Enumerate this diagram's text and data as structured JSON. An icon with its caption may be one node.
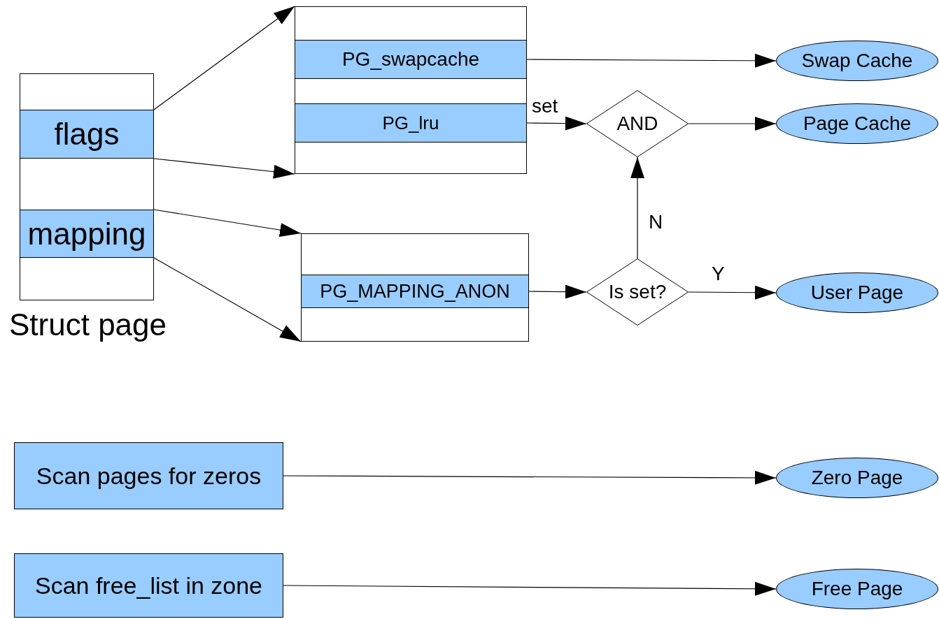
{
  "diagram": {
    "nodes": [
      {
        "text": [
          "Struct page"
        ]
      },
      {
        "text": [
          "flags"
        ],
        "in": 0
      },
      {
        "text": [
          "mapping"
        ],
        "in": 0
      },
      {
        "text": [],
        "shape": "box"
      },
      {
        "text": [
          "PG_swapcache"
        ],
        "in": 3
      },
      {
        "text": [
          "PG_lru"
        ],
        "in": 3
      },
      {
        "text": [],
        "shape": "box"
      },
      {
        "text": [
          "PG_MAPPING_ANON"
        ],
        "in": 6
      },
      {
        "text": [
          "AND"
        ]
      },
      {
        "text": [
          "Is set?"
        ]
      },
      {
        "text": [
          "Swap Cache"
        ]
      },
      {
        "text": [
          "Page Cache"
        ]
      },
      {
        "text": [
          "User Page"
        ]
      },
      {
        "text": [
          "Scan pages for zeros"
        ]
      },
      {
        "text": [
          "Zero Page"
        ]
      },
      {
        "text": [
          "Scan free_list in zone"
        ]
      },
      {
        "text": [
          "Free Page"
        ]
      }
    ],
    "edges": [
      {
        "from": 1,
        "to": 3,
        "arrow": "to"
      },
      {
        "from": 1,
        "to": 3,
        "arrow": "to"
      },
      {
        "from": 2,
        "to": 6,
        "arrow": "to"
      },
      {
        "from": 2,
        "to": 6,
        "arrow": "to"
      },
      {
        "from": 4,
        "to": 10,
        "arrow": "to"
      },
      {
        "from": 5,
        "to": 8,
        "arrow": "to",
        "label": "set"
      },
      {
        "from": 8,
        "to": 11,
        "arrow": "to"
      },
      {
        "from": 7,
        "to": 9,
        "arrow": "to"
      },
      {
        "from": 9,
        "to": 12,
        "arrow": "to",
        "label": "Y"
      },
      {
        "from": 9,
        "to": 8,
        "arrow": "to",
        "label": "N"
      },
      {
        "from": 13,
        "to": 14,
        "arrow": "to"
      },
      {
        "from": 15,
        "to": 16,
        "arrow": "to"
      }
    ]
  }
}
